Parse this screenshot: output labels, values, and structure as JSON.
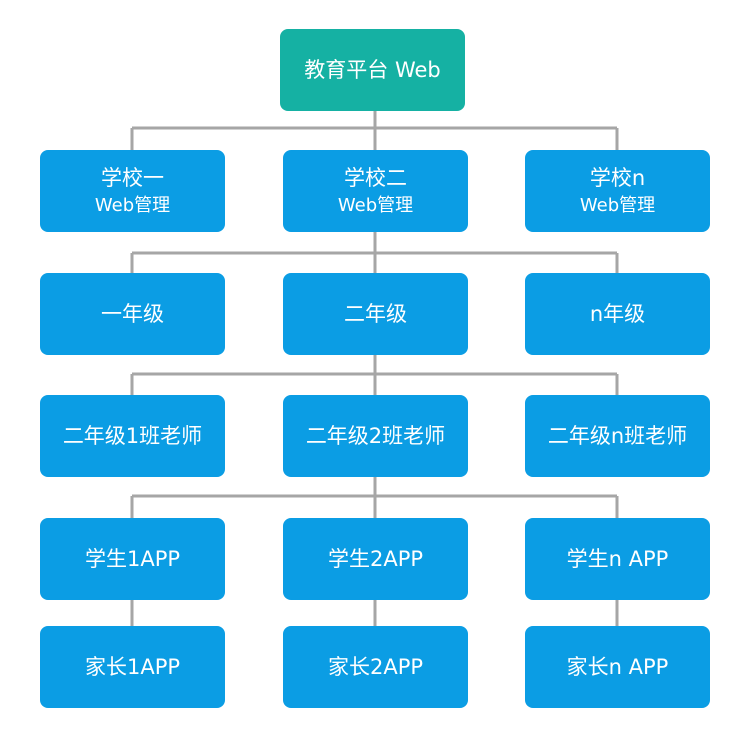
{
  "colors": {
    "root": "#15B1A3",
    "node": "#0B9DE4",
    "connector": "#A6A6A6"
  },
  "root": {
    "label": "教育平台 Web"
  },
  "schools": [
    {
      "line1": "学校一",
      "line2": "Web管理"
    },
    {
      "line1": "学校二",
      "line2": "Web管理"
    },
    {
      "line1": "学校n",
      "line2": "Web管理"
    }
  ],
  "grades": [
    "一年级",
    "二年级",
    "n年级"
  ],
  "teachers": [
    "二年级1班老师",
    "二年级2班老师",
    "二年级n班老师"
  ],
  "students": [
    "学生1APP",
    "学生2APP",
    "学生n APP"
  ],
  "parents": [
    "家长1APP",
    "家长2APP",
    "家长n APP"
  ]
}
